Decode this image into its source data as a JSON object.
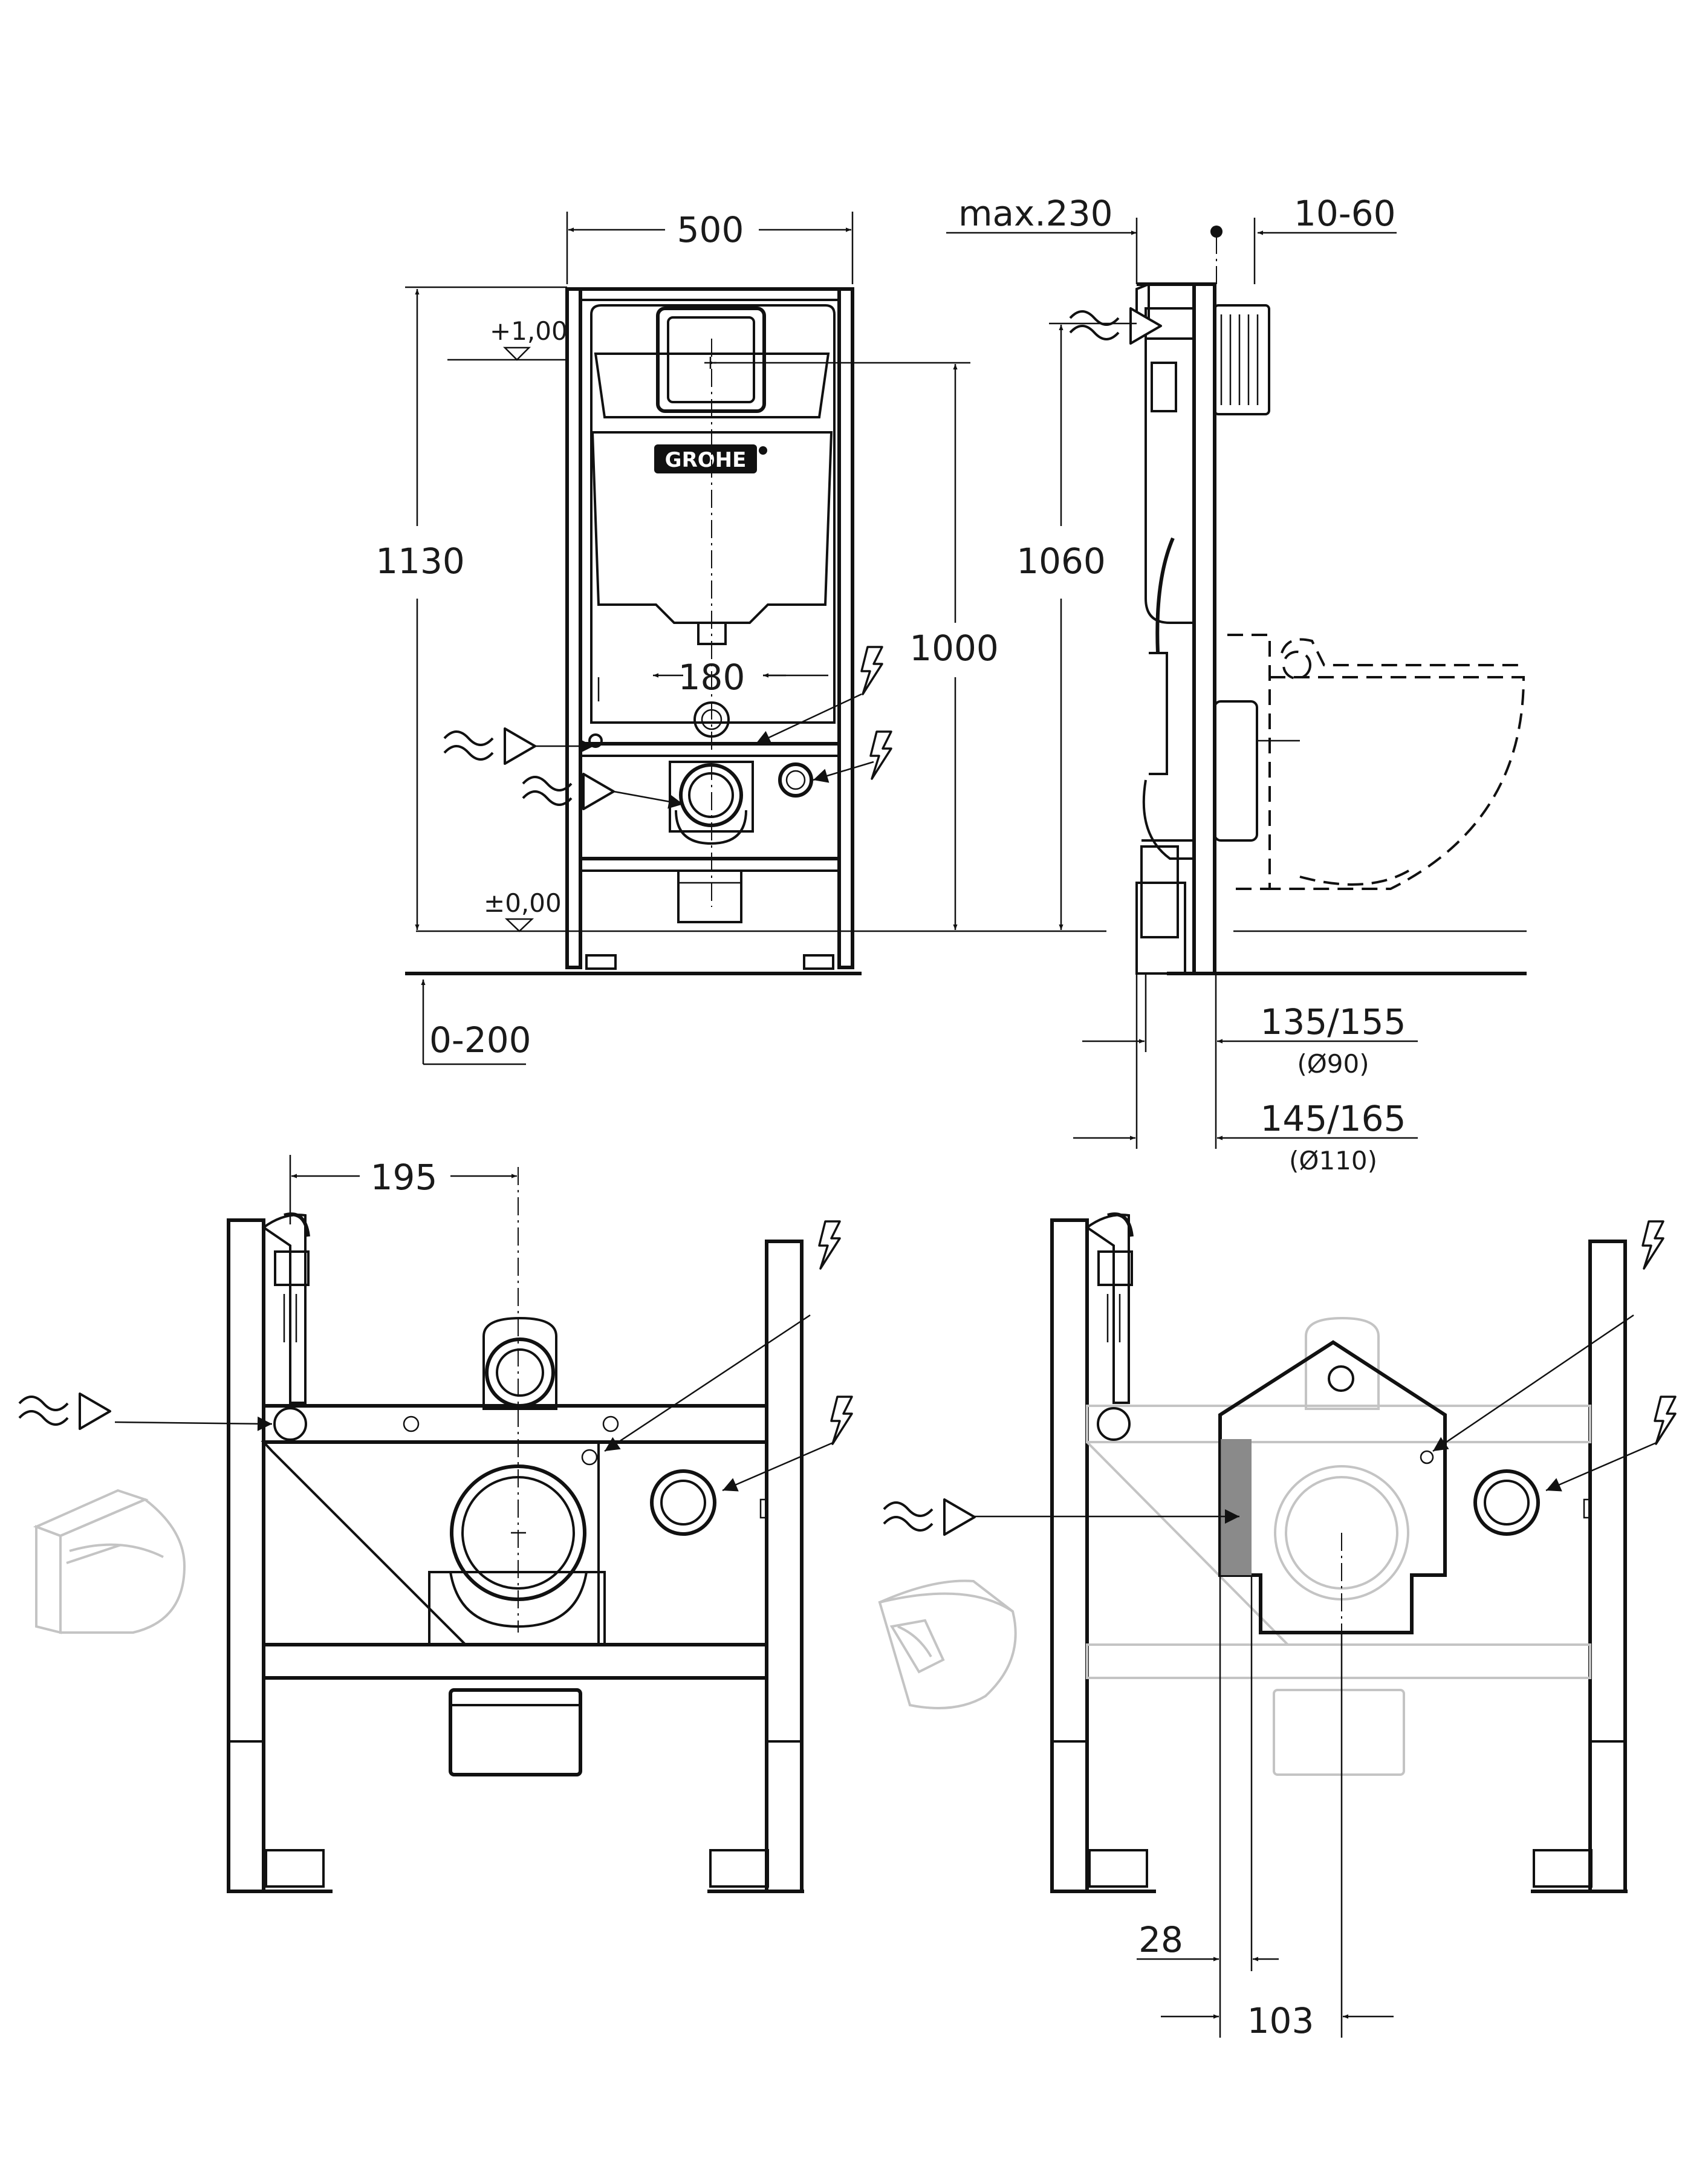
{
  "dimensions": {
    "frame_width": "500",
    "total_height": "1130",
    "flush_plate_height": "1000",
    "side_height": "1060",
    "feet_adjust": "0-200",
    "drain_spacing": "180",
    "level_upper": "+1,00",
    "level_zero": "±0,00",
    "max_depth": "max.230",
    "wall_offset": "10-60",
    "outlet_90": "135/155",
    "outlet_90_note": "(Ø90)",
    "outlet_110": "145/165",
    "outlet_110_note": "(Ø110)",
    "supply_offset": "195",
    "panel_offset": "28",
    "panel_width": "103"
  },
  "brand": {
    "logo_text": "GROHE"
  },
  "icons": {
    "water_supply": "water-supply-arrow-icon",
    "electrical": "lightning-bolt-icon",
    "toilet_standard": "wall-hung-toilet-icon",
    "toilet_shower": "shower-toilet-icon"
  },
  "colors": {
    "line": "#111111",
    "ghost": "#c4c4c4",
    "panel_fill": "#8a8a8a"
  }
}
